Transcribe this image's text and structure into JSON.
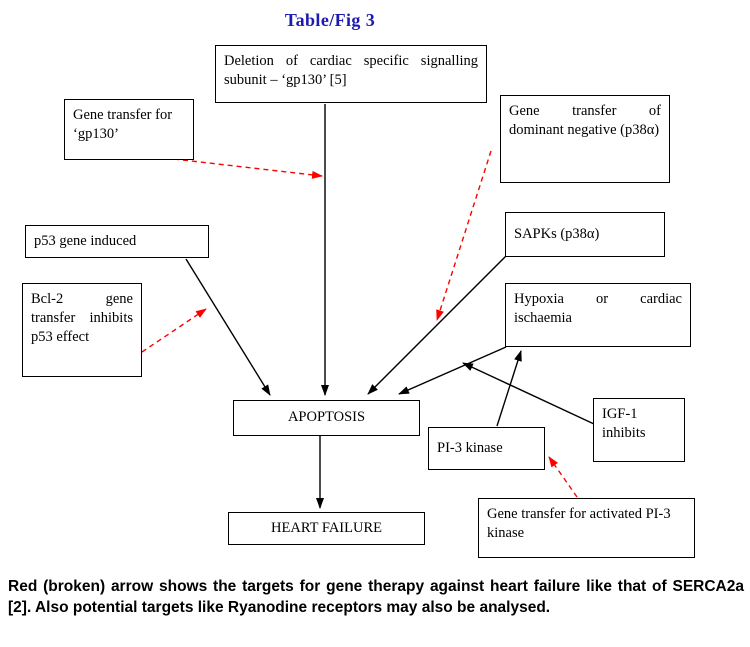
{
  "title": "Table/Fig 3",
  "nodes": {
    "deletion": "Deletion of cardiac specific signalling subunit – ‘gp130’ [5]",
    "gp130_transfer": "Gene transfer for ‘gp130’",
    "dominant_negative": "Gene transfer of dominant negative (p38α)",
    "p53": "p53 gene induced",
    "sapks": "SAPKs (p38α)",
    "bcl2": "Bcl-2 gene transfer inhibits p53 effect",
    "hypoxia": "Hypoxia or cardiac ischaemia",
    "apoptosis": "APOPTOSIS",
    "pi3": "PI-3 kinase",
    "igf1": "IGF-1 inhibits",
    "gene_pi3": "Gene transfer for activated PI-3 kinase",
    "heart_failure": "HEART FAILURE"
  },
  "caption": "Red (broken) arrow shows the targets for gene therapy against heart failure like that of SERCA2a [2]. Also potential targets like Ryanodine receptors may also be analysed.",
  "colors": {
    "title": "#1b1bb3",
    "arrow_black": "#000000",
    "arrow_red": "#ff0000",
    "box_border": "#000000",
    "background": "#ffffff"
  }
}
